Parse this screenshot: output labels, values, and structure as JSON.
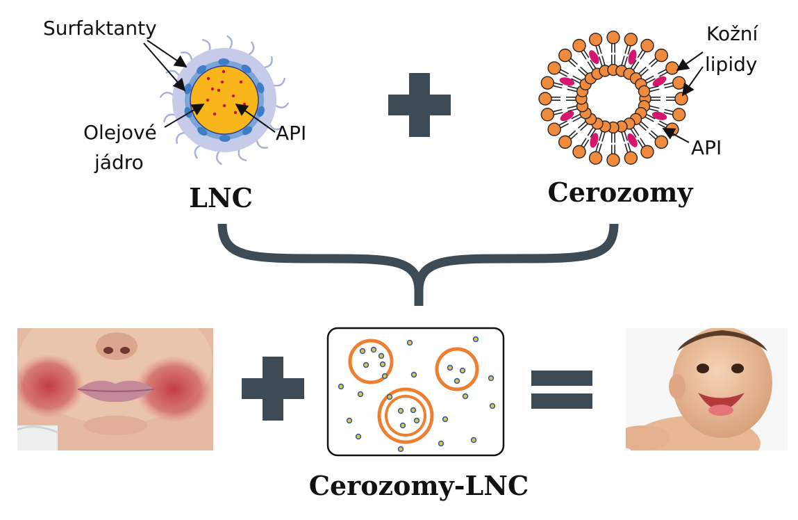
{
  "labels": {
    "surfaktanty": "Surfaktanty",
    "olejove": "Olejové",
    "jadro": "jádro",
    "api_lnc": "API",
    "kozni": "Kožní",
    "lipidy": "lipidy",
    "api_cer": "API"
  },
  "titles": {
    "lnc": "LNC",
    "cerozomy": "Cerozomy",
    "combined": "Cerozomy-LNC"
  },
  "colors": {
    "operator": "#3d4b57",
    "lnc_outer": "#c5cbe8",
    "lnc_shell": "#7aa5d8",
    "lnc_core": "#f8b61a",
    "api_dot": "#c8102e",
    "lipid_head": "#f08a3c",
    "api_oval": "#d6166e",
    "vesicle_ring": "#ef7f30"
  },
  "icons": {
    "skin_before": "irritated-child-face-photo",
    "skin_after": "happy-baby-photo"
  }
}
